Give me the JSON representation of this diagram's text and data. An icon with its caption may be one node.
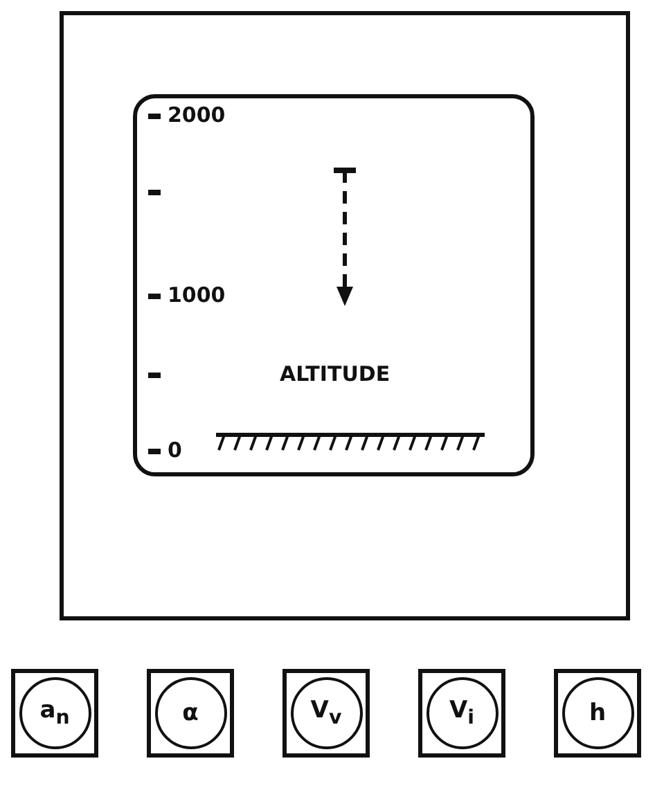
{
  "diagram": {
    "nodes": [
      {
        "text": [],
        "shape": "box"
      },
      {
        "text": [
          "ALTITUDE"
        ],
        "in": 0
      },
      {
        "text": [
          "a$_{n}$"
        ]
      },
      {
        "text": [
          "α"
        ]
      },
      {
        "text": [
          "V$_{v}$"
        ]
      },
      {
        "text": [
          "V$_{i}$"
        ]
      },
      {
        "text": [
          "h"
        ]
      }
    ],
    "labels": [
      "2000",
      "1000",
      "0"
    ]
  }
}
